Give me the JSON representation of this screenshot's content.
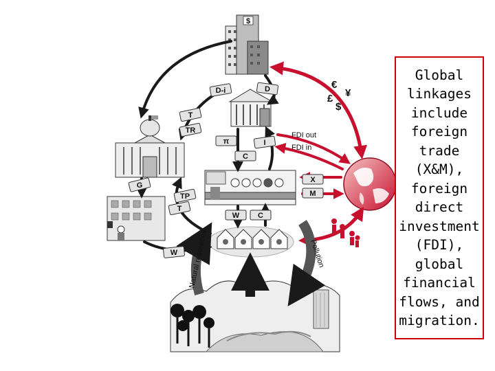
{
  "caption": "Global\nlinkages\ninclude\nforeign\ntrade\n(X&M),\nforeign\ndirect\ninvestment\n(FDI),\nglobal\nfinancial\nflows, and\nmigration.",
  "labels": {
    "dollar_sign": "$",
    "euro": "€",
    "yen": "¥",
    "pound": "£",
    "dollar": "$",
    "fdi_out": "FDI out",
    "fdi_in": "FDI in",
    "natural_resources": "Natural resources",
    "pollution": "Pollution"
  },
  "tags": {
    "d_i": "D-i",
    "d": "D",
    "t1": "T",
    "tr": "TR",
    "pi": "π",
    "i": "I",
    "c1": "C",
    "g": "G",
    "tp": "TP",
    "t2": "T",
    "x": "X",
    "m": "M",
    "w1": "W",
    "c2": "C",
    "w2": "W"
  },
  "icons": {
    "corporate_tower": "office-tower-icon",
    "bank": "bank-building-icon",
    "capitol": "government-capitol-icon",
    "apartment": "apartment-building-icon",
    "business_meeting": "business-meeting-icon",
    "households": "households-icon",
    "globe": "globe-icon",
    "migrants": "migrants-icon",
    "nature": "nature-landscape-icon"
  },
  "colors": {
    "international_arrow": "#c8102e",
    "domestic_arrow": "#1a1a1a",
    "caption_border": "#d00000"
  }
}
